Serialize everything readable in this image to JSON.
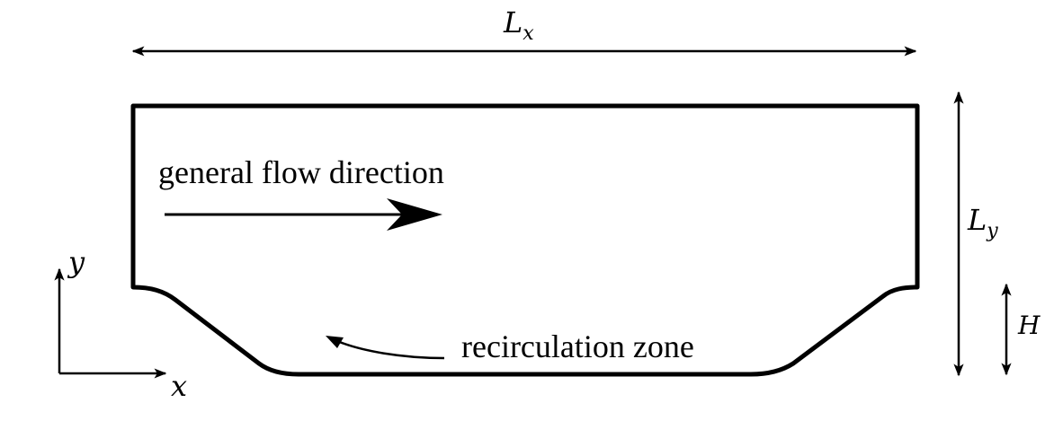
{
  "diagram": {
    "stroke_color": "#000000",
    "background": "#ffffff",
    "labels": {
      "lx_main": "L",
      "lx_sub": "x",
      "ly_main": "L",
      "ly_sub": "y",
      "h": "H",
      "axis_x": "x",
      "axis_y": "y",
      "flow": "general flow direction",
      "recirc": "recirculation zone"
    }
  }
}
